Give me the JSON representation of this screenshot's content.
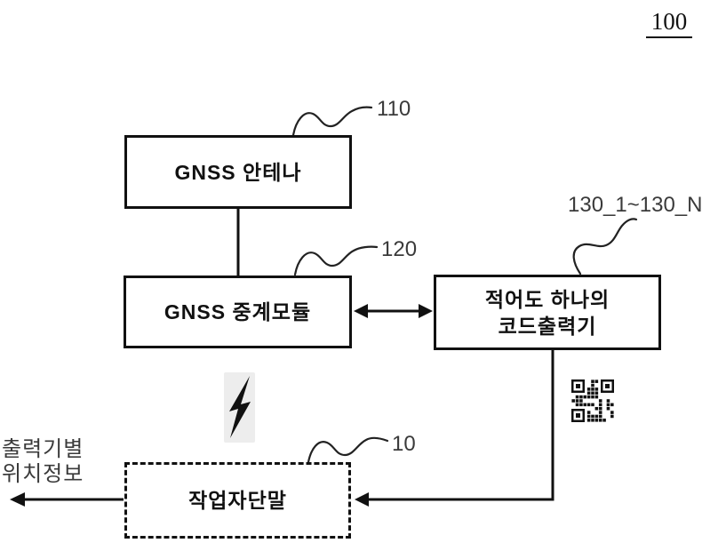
{
  "figure": {
    "system_ref": "100",
    "boxes": {
      "antenna": {
        "label": "GNSS 안테나",
        "ref": "110"
      },
      "relay": {
        "label": "GNSS 중계모듈",
        "ref": "120"
      },
      "code_output": {
        "line1": "적어도 하나의",
        "line2": "코드출력기",
        "ref": "130_1~130_N"
      },
      "worker_terminal": {
        "label": "작업자단말",
        "ref": "10"
      }
    },
    "annotations": {
      "output_info_line1": "출력기별",
      "output_info_line2": "위치정보"
    },
    "icons": {
      "lightning": "wireless-link",
      "qr": "qr-code"
    },
    "colors": {
      "line": "#111111",
      "ref_label": "#3a3a3a",
      "bolt_bg": "#ededed"
    }
  }
}
